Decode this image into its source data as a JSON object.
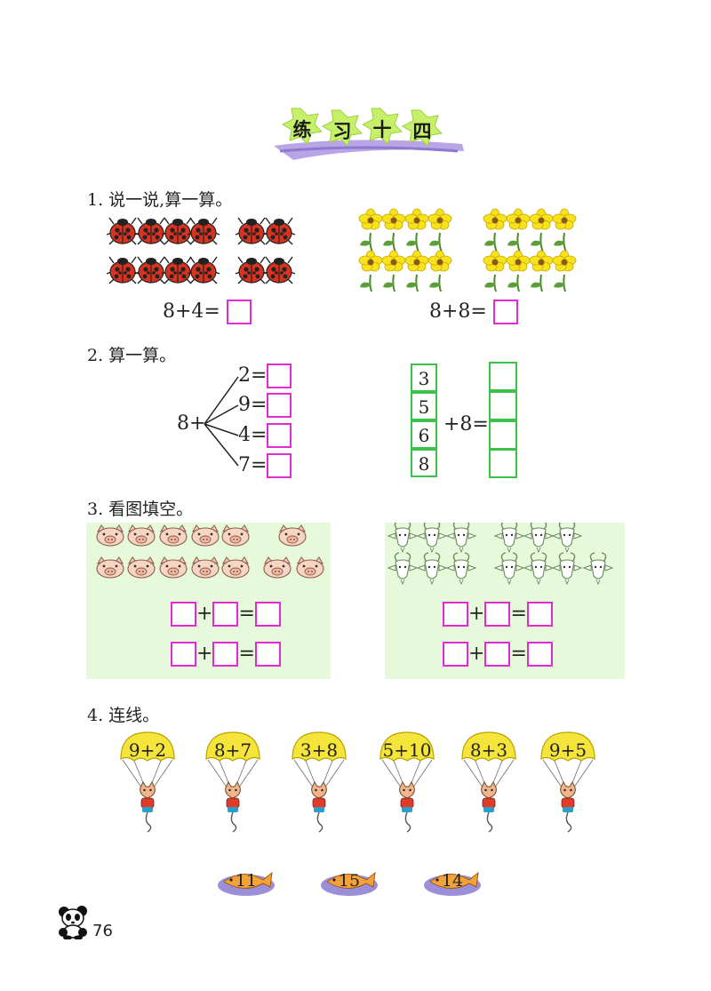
{
  "title": {
    "chars": [
      "练",
      "习",
      "十",
      "四"
    ]
  },
  "section1": {
    "label": "1. 说一说,算一算。",
    "eq_left": "8+4=",
    "eq_right": "8+8="
  },
  "section2": {
    "label": "2. 算一算。",
    "base_left": "8+",
    "branches": [
      "2=",
      "9=",
      "4=",
      "7="
    ],
    "column_numbers": [
      "3",
      "5",
      "6",
      "8"
    ],
    "column_op": "+8="
  },
  "section3": {
    "label": "3. 看图填空。",
    "plus": "+",
    "equals": "="
  },
  "section4": {
    "label": "4. 连线。",
    "parachutes": [
      "9+2",
      "8+7",
      "3+8",
      "5+10",
      "8+3",
      "9+5"
    ],
    "fish": [
      "11",
      "15",
      "14"
    ]
  },
  "page_number": "76",
  "colors": {
    "answer_box": "#e12bd0",
    "number_box": "#3cc247",
    "panel_bg": "#e6f9da",
    "title_star": "#c6f06a",
    "parachute": "#f5e43a",
    "fish_plate": "#9b8fd9"
  },
  "icons": [
    "ladybug-icon",
    "flower-icon",
    "pig-icon",
    "goat-icon",
    "parachute-cat-icon",
    "fish-icon",
    "panda-icon"
  ]
}
